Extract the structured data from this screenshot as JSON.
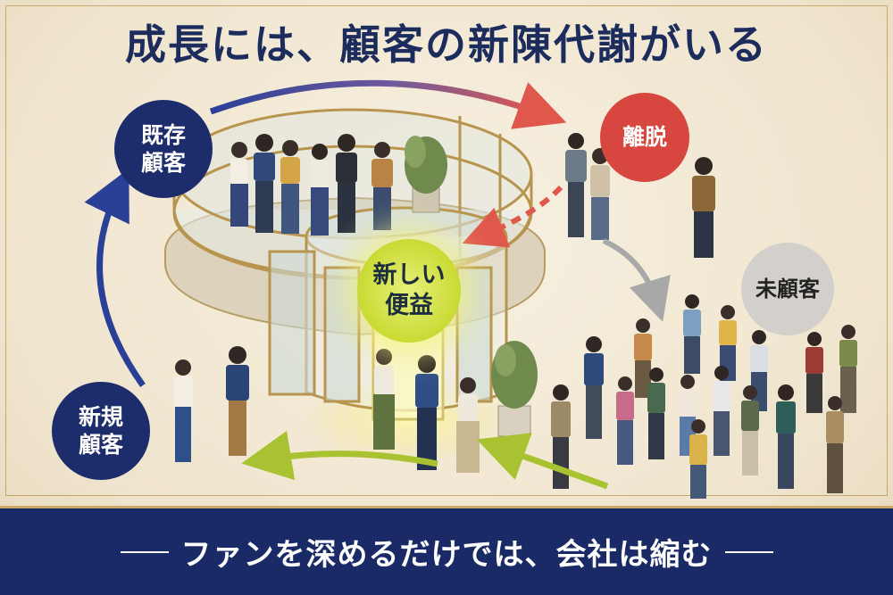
{
  "title": "成長には、顧客の新陳代謝がいる",
  "labels": {
    "existing_customers": "既存\n顧客",
    "churn": "離脱",
    "non_customers": "未顧客",
    "new_customers": "新規\n顧客",
    "new_benefit": "新しい\n便益"
  },
  "banner": {
    "text": "ファンを深めるだけでは、会社は縮む"
  },
  "colors": {
    "navy": "#1d2d6c",
    "red": "#d8473f",
    "lime": "#c6d92e",
    "gray": "#d3d0cb",
    "gold": "#c9a96a"
  }
}
